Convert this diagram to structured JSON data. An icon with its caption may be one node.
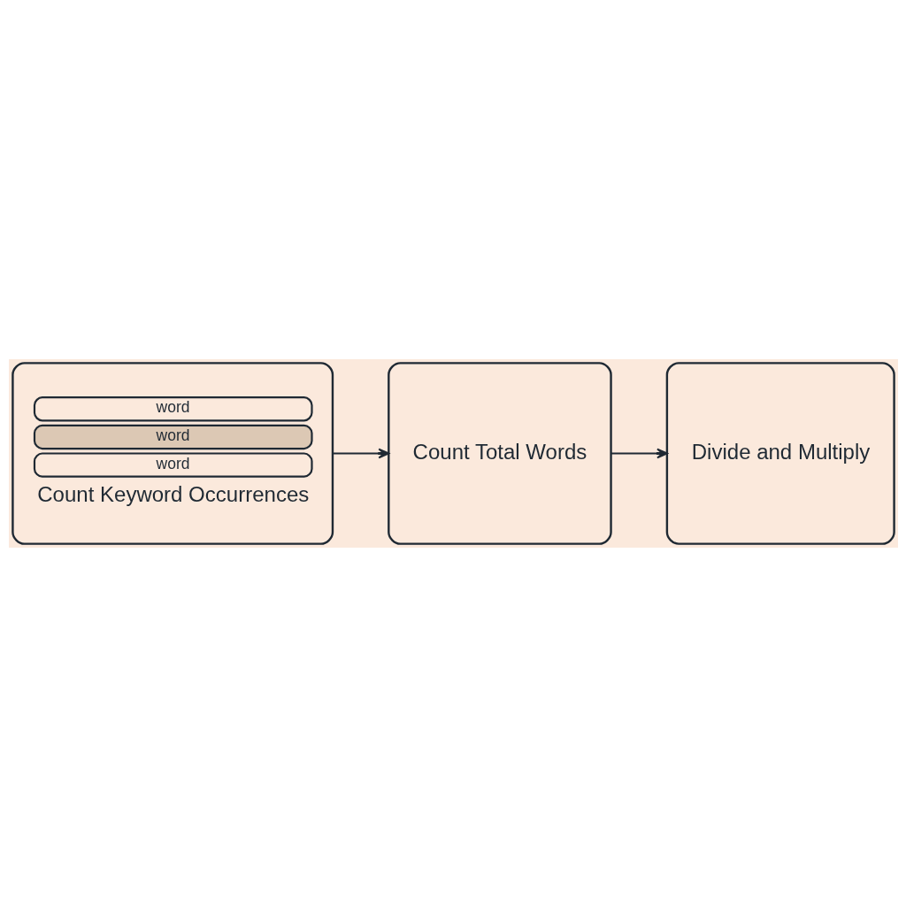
{
  "diagram": {
    "nodes": [
      {
        "text": [
          "word",
          "word",
          "word",
          "Count Keyword Occurrences"
        ]
      },
      {
        "text": [
          "Count Total Words"
        ]
      },
      {
        "text": [
          "Divide and Multiply"
        ]
      }
    ],
    "edges": [
      {
        "from": 0,
        "to": 1,
        "arrow": "to"
      },
      {
        "from": 1,
        "to": 2,
        "arrow": "to"
      }
    ]
  }
}
